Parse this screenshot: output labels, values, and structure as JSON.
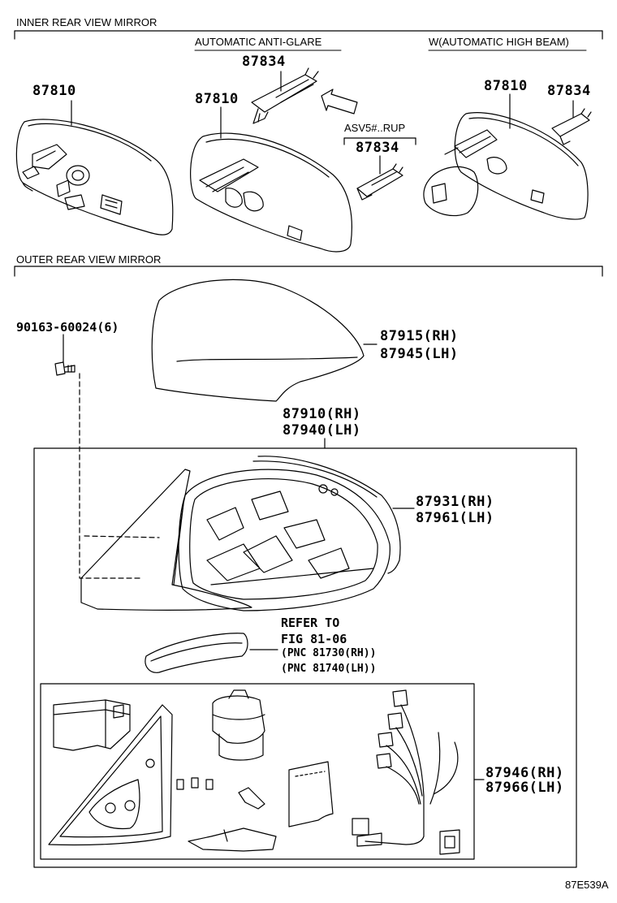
{
  "sections": {
    "inner": "INNER REAR VIEW MIRROR",
    "outer": "OUTER REAR VIEW MIRROR"
  },
  "variants": {
    "anti_glare": "AUTOMATIC ANTI-GLARE",
    "high_beam": "W(AUTOMATIC HIGH BEAM)",
    "asv": "ASV5#..RUP"
  },
  "parts": {
    "p87810_a": "87810",
    "p87810_b": "87810",
    "p87810_c": "87810",
    "p87834_a": "87834",
    "p87834_b": "87834",
    "p87834_c": "87834",
    "screw": "90163-60024(6)",
    "cover_rh": "87915(RH)",
    "cover_lh": "87945(LH)",
    "assy_rh": "87910(RH)",
    "assy_lh": "87940(LH)",
    "housing_rh": "87931(RH)",
    "housing_lh": "87961(LH)",
    "body_rh": "87946(RH)",
    "body_lh": "87966(LH)"
  },
  "refer": {
    "line1": "REFER TO",
    "line2": "FIG 81-06",
    "line3": "(PNC 81730(RH))",
    "line4": "(PNC 81740(LH))"
  },
  "figure_code": "87E539A"
}
